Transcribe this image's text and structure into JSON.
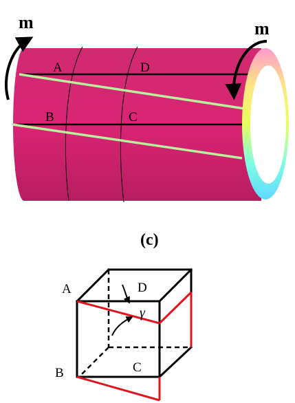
{
  "top_panel": {
    "moment_label_left": "m",
    "moment_label_right": "m",
    "point_a": "A",
    "point_b": "B",
    "point_c": "C",
    "point_d": "D",
    "colors": {
      "cylinder_body": "#d8246e",
      "cylinder_end": "#ffffff",
      "twisted_line": "#b8f0a0",
      "axial_line": "#000000"
    }
  },
  "panel_label": "(c)",
  "bottom_panel": {
    "point_a": "A",
    "point_b": "B",
    "point_c": "C",
    "point_d": "D",
    "angle_label": "γ",
    "colors": {
      "edges": "#000000",
      "sheared_edges": "#e0141c"
    }
  }
}
